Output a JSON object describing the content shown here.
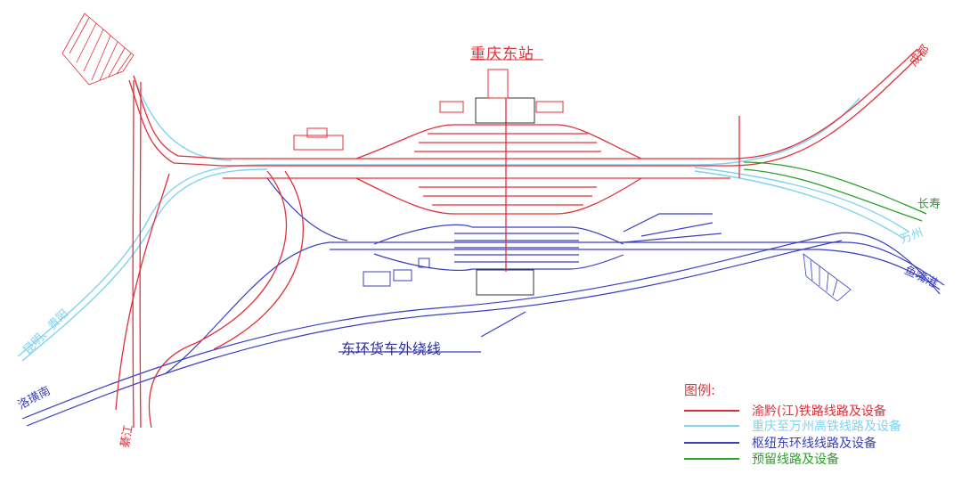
{
  "title": "重庆东站",
  "freight_line_label": "东环货车外绕线",
  "directions": {
    "chengdu": "成都",
    "changshou": "长寿",
    "wanzhou": "万州",
    "yuzuigang": "鱼嘴港",
    "kunming_guiyang": "昆明、贵阳",
    "luojiagnan": "洛璜南",
    "qijiang": "綦江"
  },
  "legend": {
    "title": "图例:",
    "items": [
      {
        "label": "渝黔(江)铁路线路及设备",
        "color": "#e0303a"
      },
      {
        "label": "重庆至万州高铁线路及设备",
        "color": "#7fd3ee"
      },
      {
        "label": "枢纽东环线线路及设备",
        "color": "#3a3fc0"
      },
      {
        "label": "预留线路及设备",
        "color": "#2aa02a"
      }
    ]
  },
  "colors": {
    "red": "#e0303a",
    "cyan": "#7fd3ee",
    "blue": "#3a3fc0",
    "green": "#2aa02a"
  }
}
